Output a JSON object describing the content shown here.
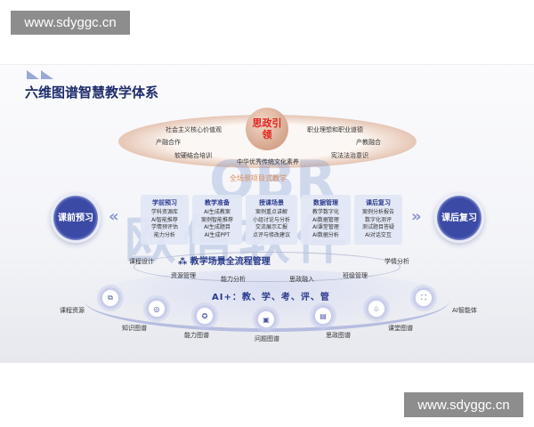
{
  "watermark": "www.sdyggc.cn",
  "title": "六维图谱智慧教学体系",
  "center": "思政引领",
  "ring_items": [
    "社会主义核心价值观",
    "产融合作",
    "软硬结合培训",
    "中华优秀传统文化素养",
    "职业理想和职业道德",
    "产教融合",
    "宪法法治意识"
  ],
  "project_label": "全场景项目式教学",
  "pre": "课前预习",
  "post": "课后复习",
  "columns": [
    {
      "h": "学前预习",
      "items": [
        "学科资源库",
        "AI智能推荐",
        "学情预评估",
        "能力分析"
      ]
    },
    {
      "h": "教学准备",
      "items": [
        "AI生成教案",
        "案例智能推荐",
        "AI生成题目",
        "AI生成PPT"
      ]
    },
    {
      "h": "授课场景",
      "items": [
        "案例重点讲解",
        "小组讨论与分析",
        "交流展示汇报",
        "点评与修改建议"
      ]
    },
    {
      "h": "数据管理",
      "items": [
        "教学数字化",
        "AI数据管理",
        "AI课堂管理",
        "AI数据分析"
      ]
    },
    {
      "h": "课后复习",
      "items": [
        "案例分析报告",
        "数字化测评",
        "测试题目答疑",
        "AI对话交互"
      ]
    }
  ],
  "flow_title": "教学场景全流程管理",
  "flow_items": [
    "课程设计",
    "资源管理",
    "能力分析",
    "思政融入",
    "班级管理",
    "学情分析"
  ],
  "ai_title": "AI+：教、学、考、评、管",
  "maps": [
    "课程资源",
    "知识图谱",
    "能力图谱",
    "问题图谱",
    "思政图谱",
    "课堂图谱",
    "AI智能体"
  ],
  "bg_watermark": {
    "logo": "OBR",
    "text": "欧信软件"
  }
}
